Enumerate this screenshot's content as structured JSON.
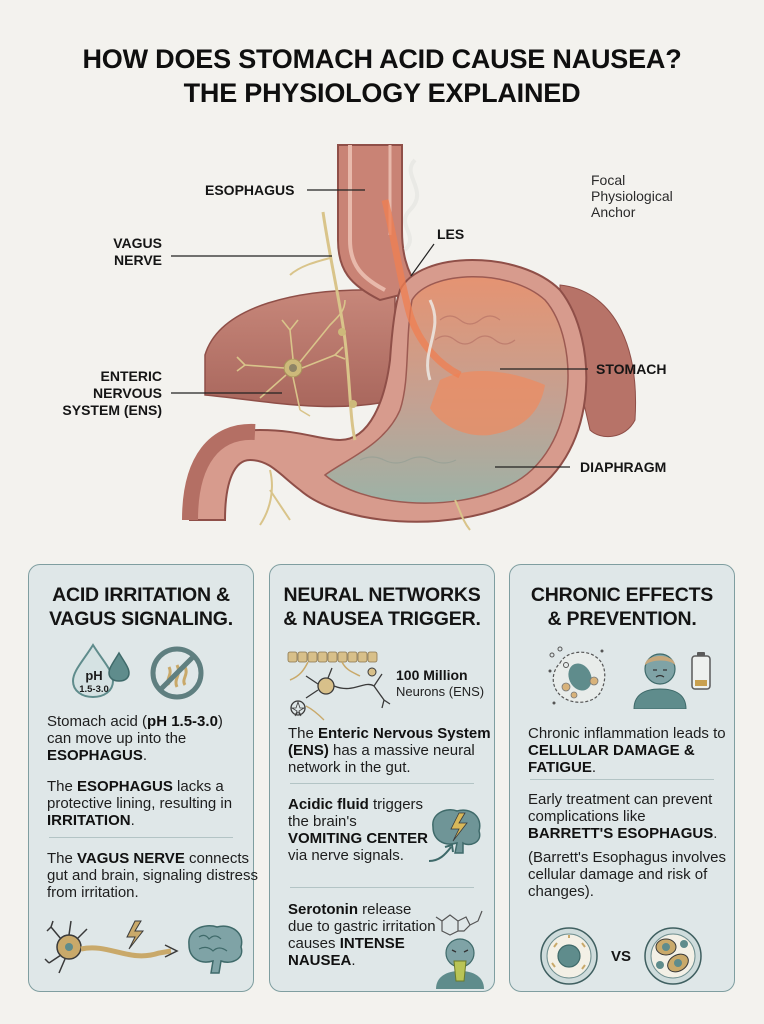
{
  "header": {
    "title_line1": "HOW DOES STOMACH ACID CAUSE NAUSEA?",
    "title_line2": "THE PHYSIOLOGY EXPLAINED"
  },
  "diagram": {
    "labels": {
      "esophagus": "ESOPHAGUS",
      "vagus_nerve_line1": "VAGUS",
      "vagus_nerve_line2": "NERVE",
      "ens_line1": "ENTERIC",
      "ens_line2": "NERVOUS",
      "ens_line3": "SYSTEM (ENS)",
      "les": "LES",
      "stomach": "STOMACH",
      "diaphragm": "DIAPHRAGM"
    },
    "anchor_note": {
      "line1": "Focal",
      "line2": "Physiological",
      "line3": "Anchor"
    },
    "colors": {
      "tissue": "#c98a7e",
      "tissue_dark": "#a65e55",
      "wall": "#e7b7aa",
      "nerve": "#d9c48a",
      "acid": "#ef8a5e",
      "fluid": "#9fb3a6"
    }
  },
  "cards": [
    {
      "title_line1": "ACID IRRITATION &",
      "title_line2": "VAGUS SIGNALING.",
      "ph_label": "pH",
      "ph_range": "1.5-3.0",
      "paragraphs": [
        {
          "t1": "Stomach acid (",
          "b1": "pH 1.5-3.0",
          "t2": ") can move up into the ",
          "b2": "ESOPHAGUS",
          "t3": "."
        },
        {
          "t1": "The ",
          "b1": "ESOPHAGUS",
          "t2": " lacks a protective lining, resulting in ",
          "b2": "IRRITATION",
          "t3": "."
        },
        {
          "t1": "The ",
          "b1": "VAGUS NERVE",
          "t2": " connects gut and brain, signaling distress from irritation.",
          "b2": "",
          "t3": ""
        }
      ],
      "icons": [
        "acid-drop-icon",
        "no-burning-icon",
        "neuron-icon",
        "lightning-icon",
        "brain-icon"
      ]
    },
    {
      "title_line1": "NEURAL NETWORKS",
      "title_line2": "& NAUSEA TRIGGER.",
      "stat_value": "100 Million",
      "stat_label": "Neurons (ENS)",
      "paragraphs": [
        {
          "t1": "The ",
          "b1": "Enteric Nervous System (ENS)",
          "t2": " has a massive neural network in the gut.",
          "b2": "",
          "t3": ""
        },
        {
          "t1": "",
          "b1": "Acidic fluid",
          "t2": " triggers the brain's ",
          "b2": "VOMITING CENTER",
          "t3": " via nerve signals."
        },
        {
          "t1": "",
          "b1": "Serotonin",
          "t2": " release due to gastric irritation causes ",
          "b2": "INTENSE NAUSEA",
          "t3": "."
        }
      ],
      "icons": [
        "neural-network-icon",
        "brain-lightning-icon",
        "serotonin-molecule-icon",
        "nauseous-person-icon"
      ]
    },
    {
      "title_line1": "CHRONIC EFFECTS",
      "title_line2": "& PREVENTION.",
      "vs_label": "VS",
      "paragraphs": [
        {
          "t1": "Chronic inflammation leads to ",
          "b1": "CELLULAR DAMAGE & FATIGUE",
          "t2": ".",
          "b2": "",
          "t3": ""
        },
        {
          "t1": "Early treatment can prevent complications like ",
          "b1": "BARRETT'S ESOPHAGUS",
          "t2": ".",
          "b2": "",
          "t3": ""
        },
        {
          "t1": "(Barrett's Esophagus involves cellular damage and risk of changes).",
          "b1": "",
          "t2": "",
          "b2": "",
          "t3": ""
        }
      ],
      "icons": [
        "damaged-cell-icon",
        "tired-person-icon",
        "low-battery-icon",
        "healthy-cell-icon",
        "abnormal-cell-icon"
      ]
    }
  ],
  "theme": {
    "card_bg": "#dfe7e8",
    "card_border": "#7f9ea0",
    "icon_teal": "#5f8c8c",
    "icon_tan": "#c9a96a",
    "page_bg": "#f3f2ee"
  }
}
